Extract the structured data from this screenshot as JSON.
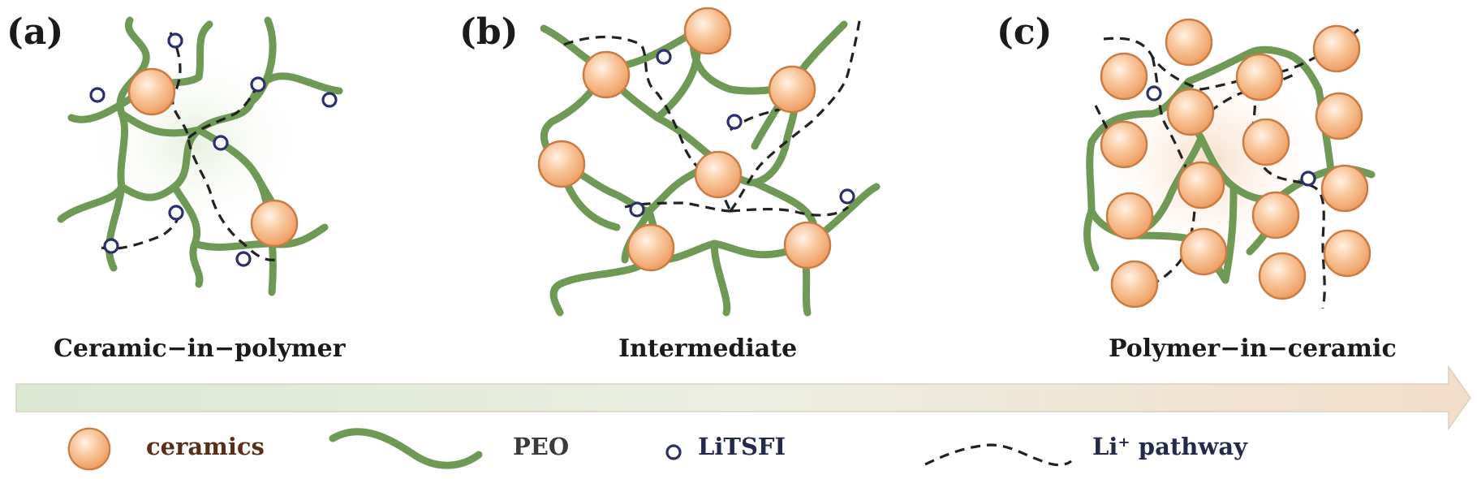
{
  "panels": [
    {
      "tag": "(a)",
      "caption": "Ceramic−in−polymer"
    },
    {
      "tag": "(b)",
      "caption": "Intermediate"
    },
    {
      "tag": "(c)",
      "caption": "Polymer−in−ceramic"
    }
  ],
  "legend": {
    "ceramics": "ceramics",
    "peo": "PEO",
    "litsfi": "LiTSFI",
    "pathway": "Li⁺ pathway"
  },
  "colors": {
    "ceramic_fill": "#f6b98a",
    "ceramic_stroke": "#c77a42",
    "peo": "#6f9a56",
    "litsfi": "#2b2f6b",
    "arrow_light": "#dfe9d6",
    "arrow_end": "#f3ddc9"
  }
}
